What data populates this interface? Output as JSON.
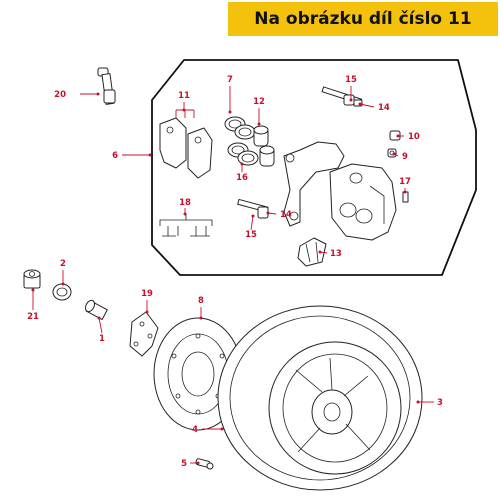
{
  "banner": {
    "text": "Na obrázku díl číslo 11",
    "color": "#f4c20d"
  },
  "accent_color": "#c8102e",
  "part_labels": [
    "20",
    "6",
    "7",
    "11",
    "12",
    "15",
    "14",
    "10",
    "9",
    "16",
    "17",
    "18",
    "14",
    "15",
    "13",
    "2",
    "21",
    "19",
    "8",
    "1",
    "3",
    "4",
    "5"
  ]
}
